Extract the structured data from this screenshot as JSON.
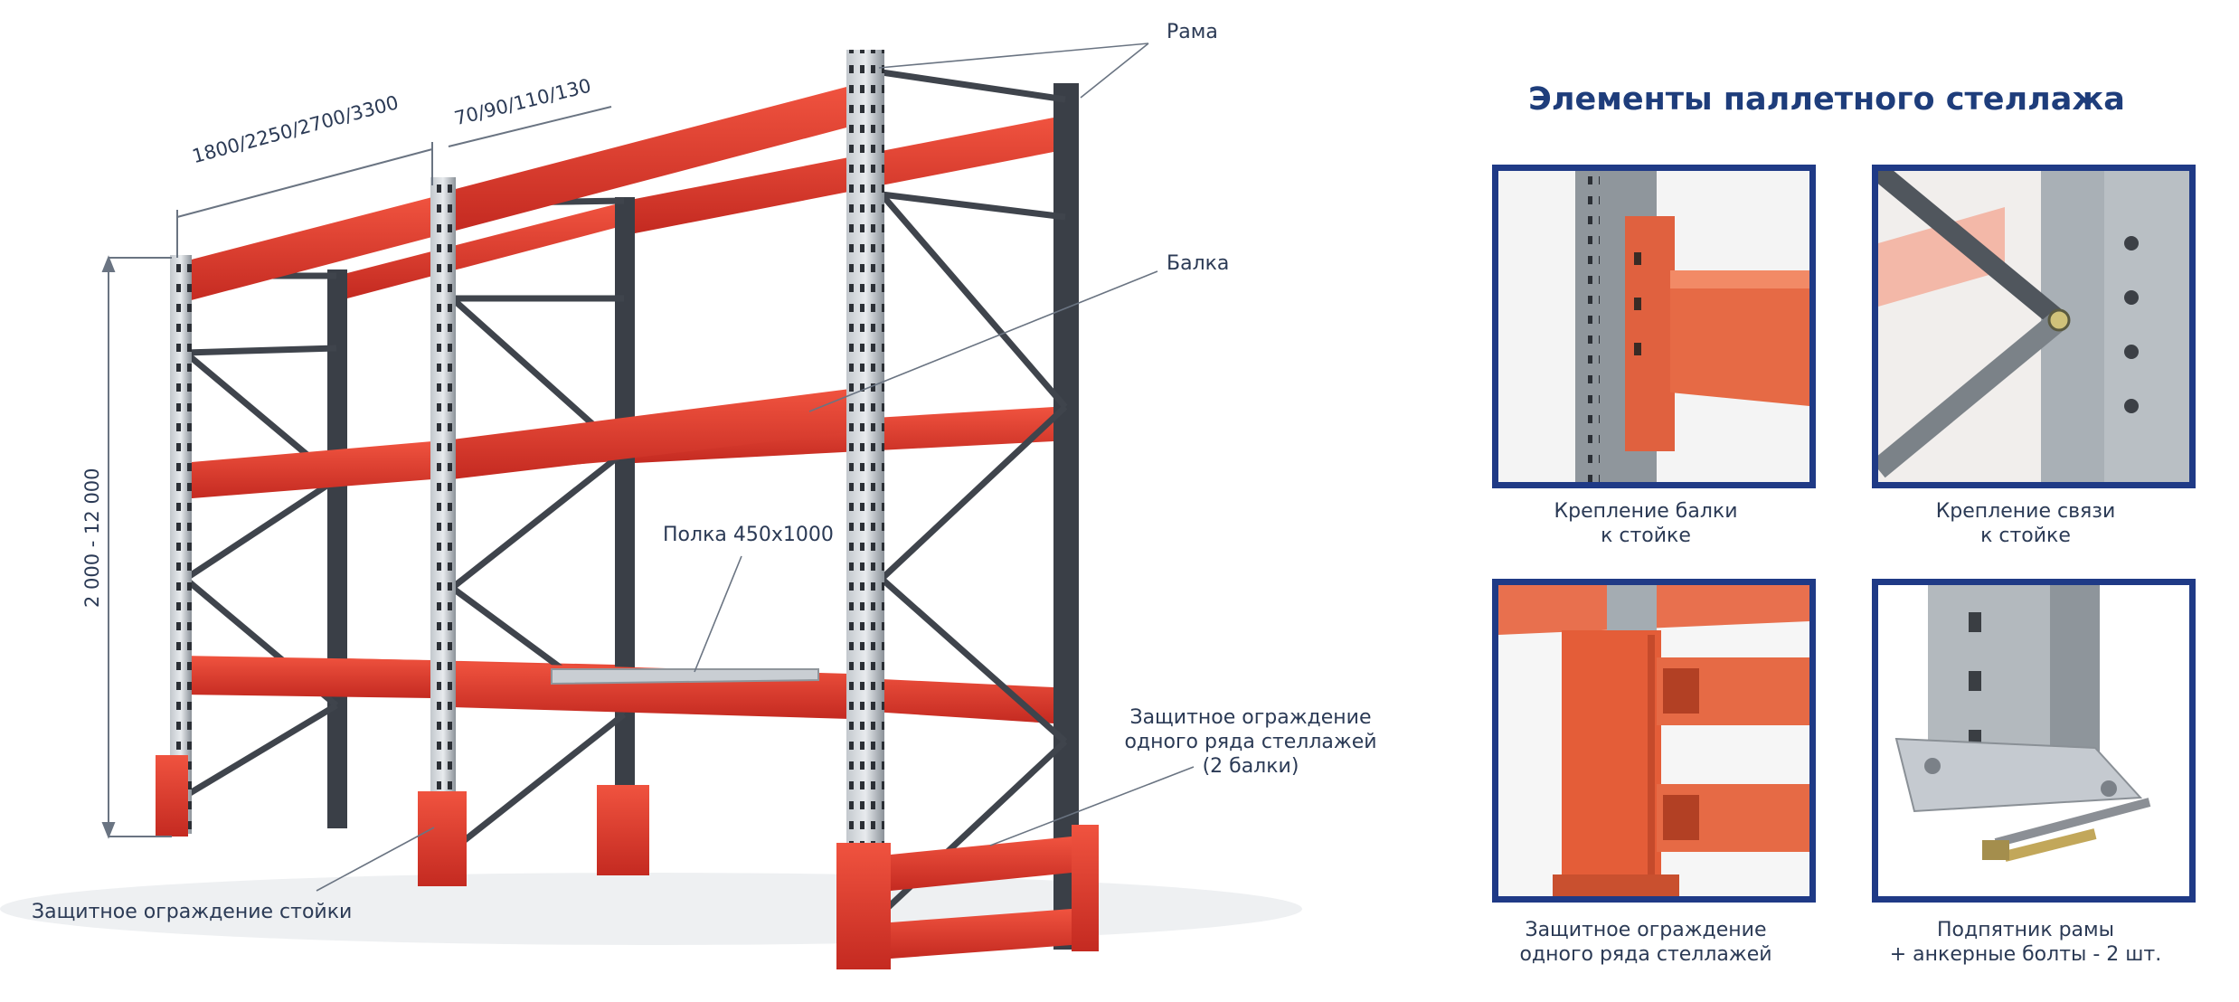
{
  "diagram": {
    "labels": {
      "frame": "Рама",
      "beam": "Балка",
      "shelf": "Полка 450х1000",
      "row_guard_line1": "Защитное ограждение",
      "row_guard_line2": "одного ряда стеллажей",
      "row_guard_line3": "(2 балки)",
      "post_guard": "Защитное ограждение стойки"
    },
    "dimensions": {
      "width": "1800/2250/2700/3300",
      "depth": "70/90/110/130",
      "height": "2 000 - 12 000"
    }
  },
  "panel": {
    "title": "Элементы паллетного стеллажа",
    "items": [
      {
        "line1": "Крепление балки",
        "line2": "к стойке"
      },
      {
        "line1": "Крепление связи",
        "line2": "к стойке"
      },
      {
        "line1": "Защитное ограждение",
        "line2": "одного ряда стеллажей"
      },
      {
        "line1": "Подпятник рамы",
        "line2": "+ анкерные болты - 2 шт."
      }
    ]
  },
  "colors": {
    "beam_red": "#e23b2f",
    "upright_dark": "#3a3f47",
    "upright_galv": "#9aa1a8",
    "frame_border": "#1f3a86",
    "title_blue": "#1e3d7b",
    "text": "#2b3a55"
  }
}
